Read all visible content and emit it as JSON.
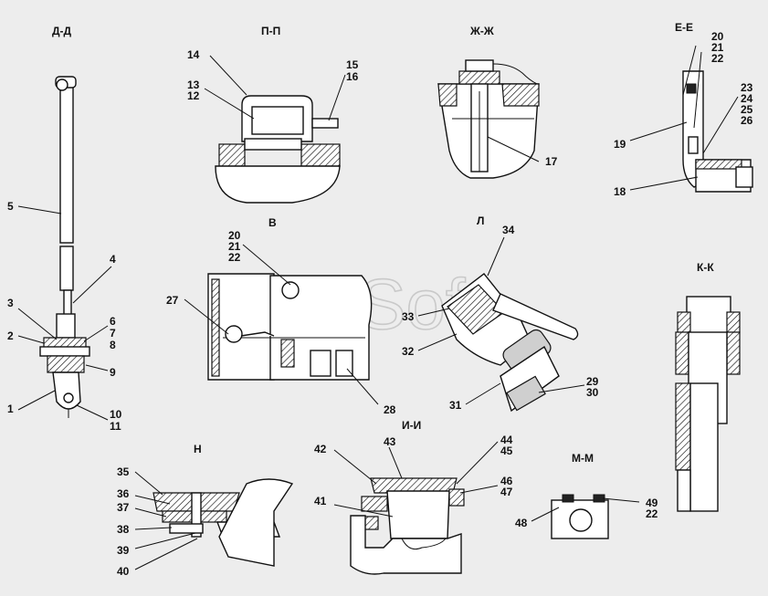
{
  "watermark": "AutoSoft",
  "sections": {
    "dd": "Д-Д",
    "pp": "П-П",
    "zhzh": "Ж-Ж",
    "ee": "Е-Е",
    "v": "В",
    "l": "Л",
    "kk": "К-К",
    "n": "Н",
    "ii": "И-И",
    "mm": "М-М"
  },
  "callouts": [
    "1",
    "2",
    "3",
    "4",
    "5",
    "6",
    "7",
    "8",
    "9",
    "10",
    "11",
    "12",
    "13",
    "14",
    "15",
    "16",
    "17",
    "18",
    "19",
    "20",
    "21",
    "22",
    "23",
    "24",
    "25",
    "26",
    "27",
    "28",
    "29",
    "30",
    "31",
    "32",
    "33",
    "34",
    "35",
    "36",
    "37",
    "38",
    "39",
    "40",
    "41",
    "42",
    "43",
    "44",
    "45",
    "46",
    "47",
    "48",
    "49"
  ],
  "labels_extra": {
    "v_22": "22",
    "mm_22": "22",
    "v_20": "20",
    "v_21": "21",
    "ee_20": "20",
    "ee_21": "21",
    "ee_22": "22"
  },
  "colors": {
    "background": "#ededed",
    "line": "#111111",
    "part_fill": "#ffffff",
    "watermark": "#bdbdbd"
  }
}
